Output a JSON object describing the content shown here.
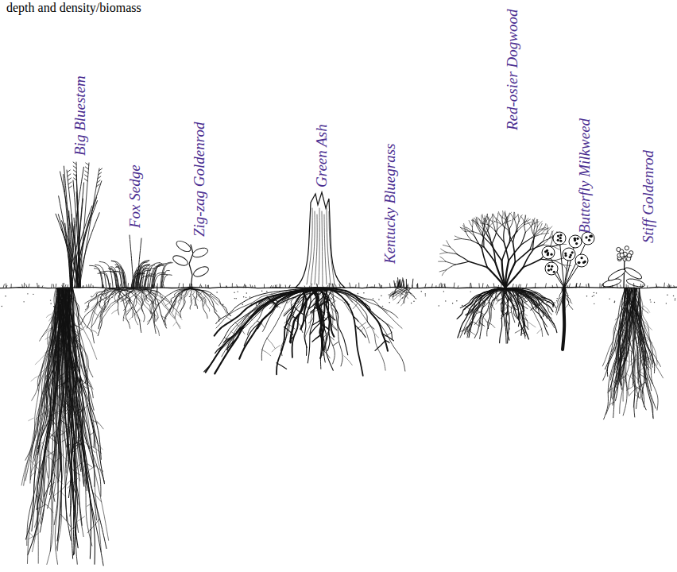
{
  "diagram": {
    "labels": [
      "depth and density/biomass",
      "Big Bluestem",
      "Fox Sedge",
      "Zig-zag Goldenrod",
      "Green Ash",
      "Kentucky Bluegrass",
      "Red-osier Dogwood",
      "Butterfly Milkweed",
      "Stiff Goldenrod"
    ]
  }
}
